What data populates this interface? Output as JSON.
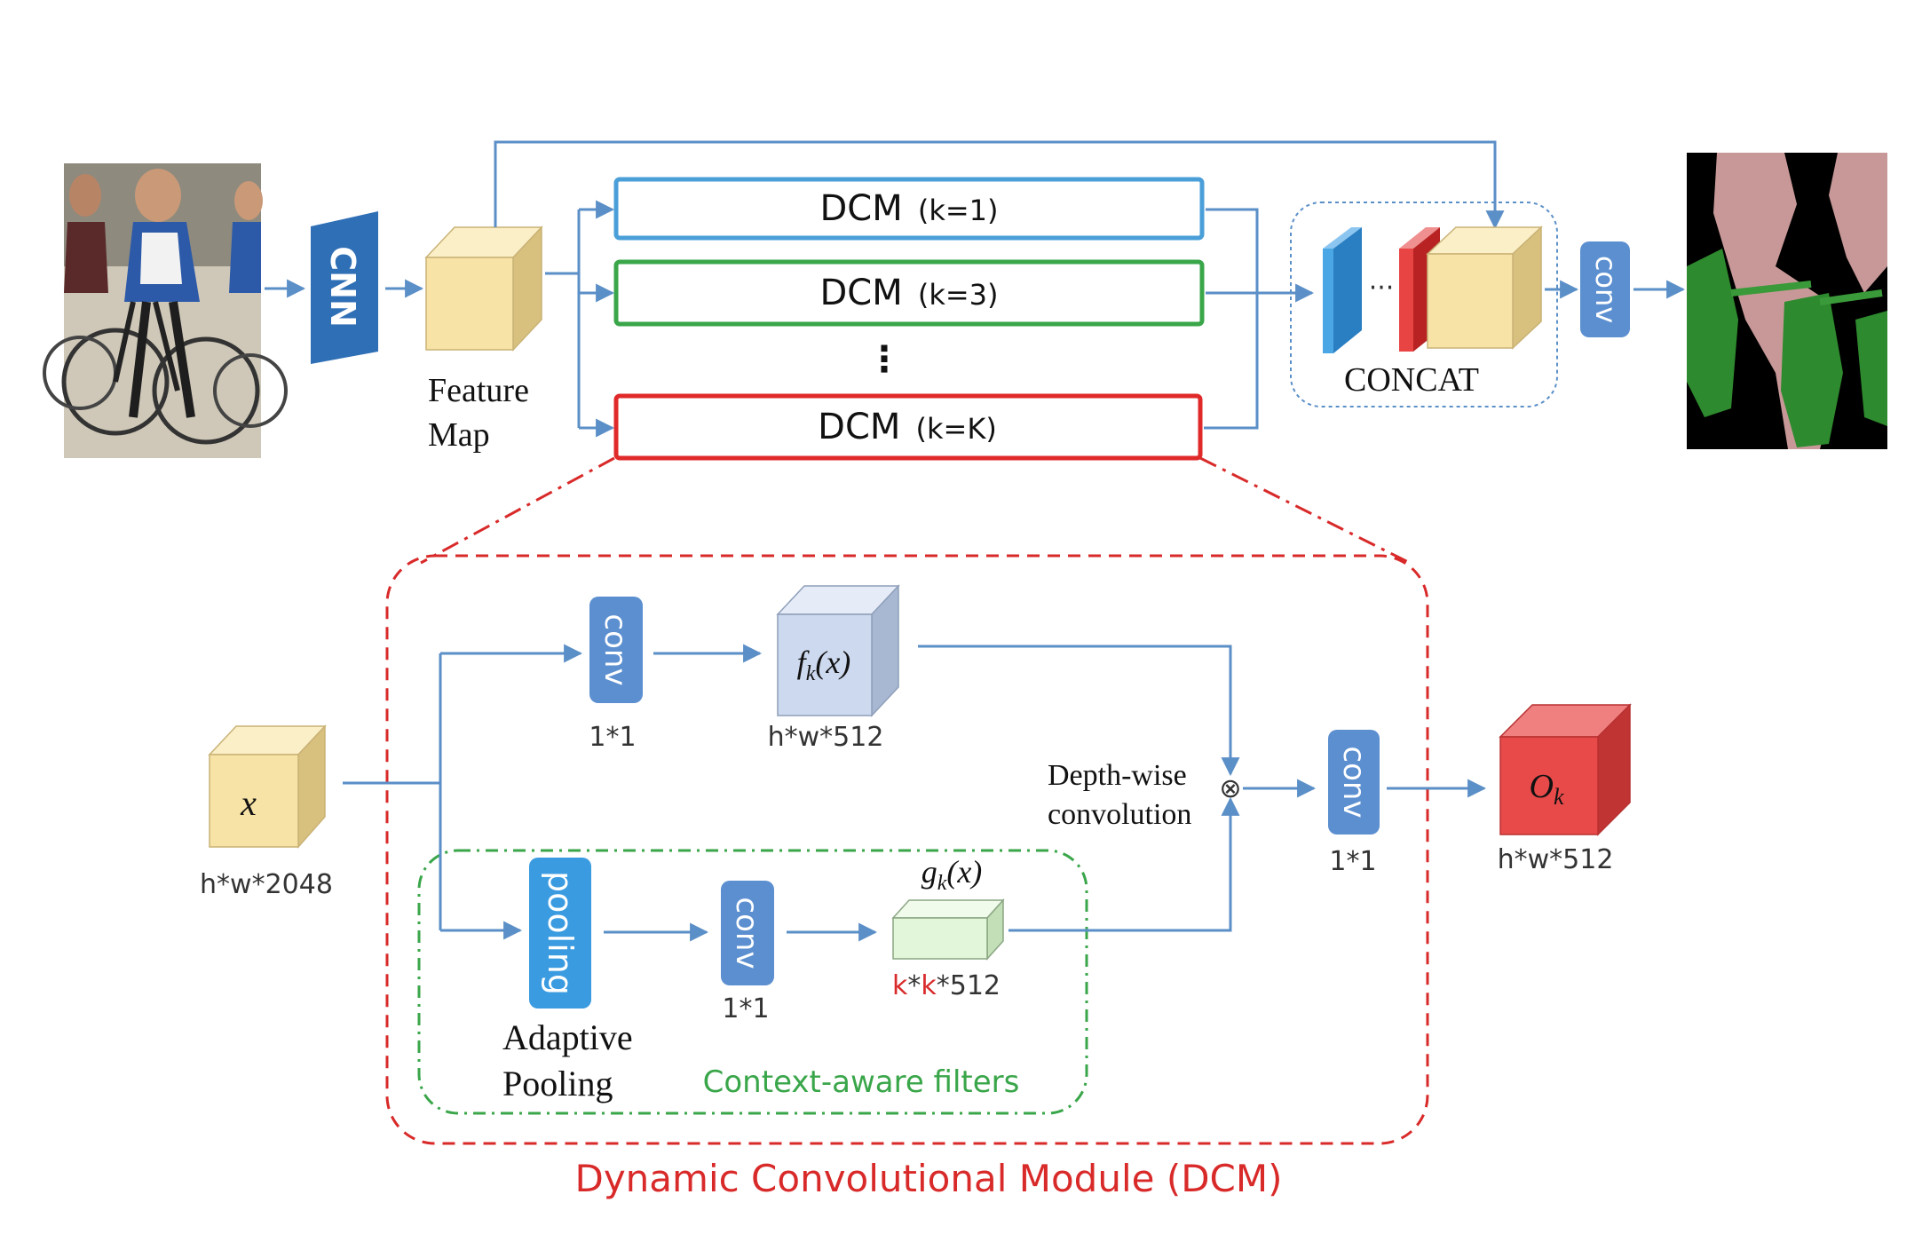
{
  "backbone": {
    "cnn_label": "CNN",
    "feature_map_label_line1": "Feature",
    "feature_map_label_line2": "Map"
  },
  "branches": [
    {
      "name": "DCM",
      "param": "(k=1)",
      "color": "#4a9fd8"
    },
    {
      "name": "DCM",
      "param": "(k=3)",
      "color": "#3aa64a"
    },
    {
      "name": "DCM",
      "param": "(k=K)",
      "color": "#e02a2a"
    }
  ],
  "branch_ellipsis": "⋮",
  "concat": {
    "label": "CONCAT",
    "dots": "···"
  },
  "head_conv_label": "conv",
  "dcm": {
    "input_symbol": "x",
    "input_dim": "h*w*2048",
    "conv_top_label": "conv",
    "conv_top_dim": "1*1",
    "fk_symbol": "f",
    "fk_sub": "k",
    "fk_arg": "(x)",
    "fk_dim": "h*w*512",
    "pooling_label": "pooling",
    "adaptive_line1": "Adaptive",
    "adaptive_line2": "Pooling",
    "conv_bottom_label": "conv",
    "conv_bottom_dim": "1*1",
    "gk_symbol": "g",
    "gk_sub": "k",
    "gk_arg": "(x)",
    "gk_dim_k1": "k",
    "gk_dim_star": "*",
    "gk_dim_k2": "k",
    "gk_dim_rest": "*512",
    "context_label": "Context-aware filters",
    "depthwise_line1": "Depth-wise",
    "depthwise_line2": "convolution",
    "otimes": "⊗",
    "conv_out_label": "conv",
    "conv_out_dim": "1*1",
    "out_symbol": "O",
    "out_sub": "k",
    "out_dim": "h*w*512"
  },
  "module_title": "Dynamic Convolutional Module (DCM)",
  "colors": {
    "arrow": "#5b8fc7",
    "block_blue": "#5b8fd0",
    "pool_blue": "#3a9be0",
    "cube_yellow": "#f8e3a6",
    "cube_red": "#e84a4a",
    "cube_lightblue": "#cdd9ee",
    "cube_green": "#e2f6d9",
    "dcm_red": "#d92a2a",
    "context_green": "#3aa64a"
  }
}
